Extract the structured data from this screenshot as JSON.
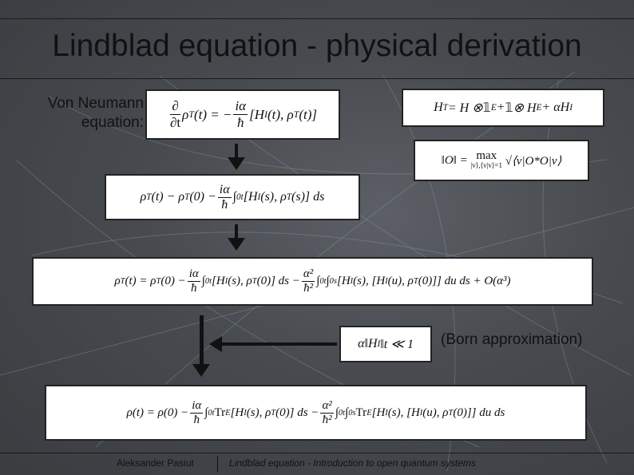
{
  "title": "Lindblad equation - physical derivation",
  "von_neumann_label": "Von Neumann equation:",
  "born_label": "(Born approximation)",
  "equations": {
    "von_neumann": "∂/∂t ρ_T(t) = −(iα/ħ) [H_I(t), ρ_T(t)]",
    "hamiltonian": "H_T = H ⊗ 1_E + 1 ⊗ H_E + αH_I",
    "operator_norm": "‖O‖ = max_{|v⟩,⟨v|v⟩=1} √⟨v|O*O|v⟩",
    "integrated": "ρ_T(t) − ρ_T(0) − (iα/ħ) ∫₀ᵗ [H_I(s), ρ_T(s)] ds",
    "second_order": "ρ_T(t) = ρ_T(0) − (iα/ħ) ∫₀ᵗ [H_I(s), ρ_T(0)] ds − (α²/ħ²) ∫₀ᵗ ∫₀ˢ [H_I(s), [H_I(u), ρ_T(0)]] du ds + O(α³)",
    "born_condition": "α‖H_I‖t ≪ 1",
    "reduced": "ρ(t) = ρ(0) − (iα/ħ) ∫₀ᵗ Tr_E [H_I(s), ρ_T(0)] ds − (α²/ħ²) ∫₀ᵗ ∫₀ˢ Tr_E [H_I(s), [H_I(u), ρ_T(0)]] du ds"
  },
  "footer": {
    "author": "Aleksander Pasiut",
    "course": "Lindblad equation - Introduction to open quantum systems"
  },
  "colors": {
    "background": "#474a4f",
    "text": "#111111",
    "box_fill": "#ffffff"
  }
}
